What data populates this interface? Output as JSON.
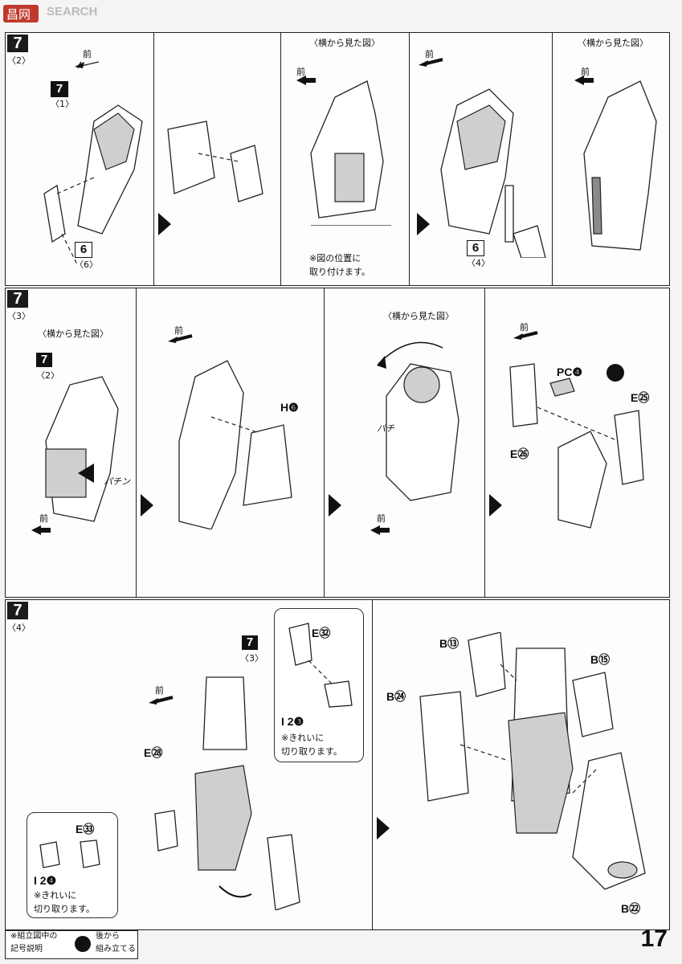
{
  "watermark": {
    "text": "SEARCH"
  },
  "page_number": "17",
  "legend": {
    "caption": "※組立図中の\n記号説明",
    "icon": "filled-circle-icon",
    "text": "後から\n組み立てる"
  },
  "labels": {
    "front": "前",
    "side_view": "〈横から見た図〉",
    "click": "パチン",
    "click2": "パチ"
  },
  "row1": {
    "badge": "7",
    "sub": "〈2〉",
    "ref_badge": "7",
    "ref_sub": "〈1〉",
    "part6a": "6",
    "part6a_sub": "〈6〉",
    "part6b": "6",
    "part6b_sub": "〈4〉",
    "note": "※図の位置に\n取り付けます。"
  },
  "row2": {
    "badge": "7",
    "sub": "〈3〉",
    "ref_badge": "7",
    "ref_sub": "〈2〉",
    "h6": "H❻",
    "pc4": "PC❹",
    "e25": "E㉕",
    "e26": "E㉖"
  },
  "row3": {
    "badge": "7",
    "sub": "〈4〉",
    "ref_badge": "7",
    "ref_sub": "〈3〉",
    "e32": "E㉜",
    "i23": "I 2❸",
    "note1": "※きれいに\n切り取ります。",
    "e28": "E㉘",
    "e33": "E㉝",
    "i24": "I 2❹",
    "note2": "※きれいに\n切り取ります。",
    "b13": "B⑬",
    "b15": "B⑮",
    "b24": "B㉔",
    "b22": "B㉒"
  }
}
